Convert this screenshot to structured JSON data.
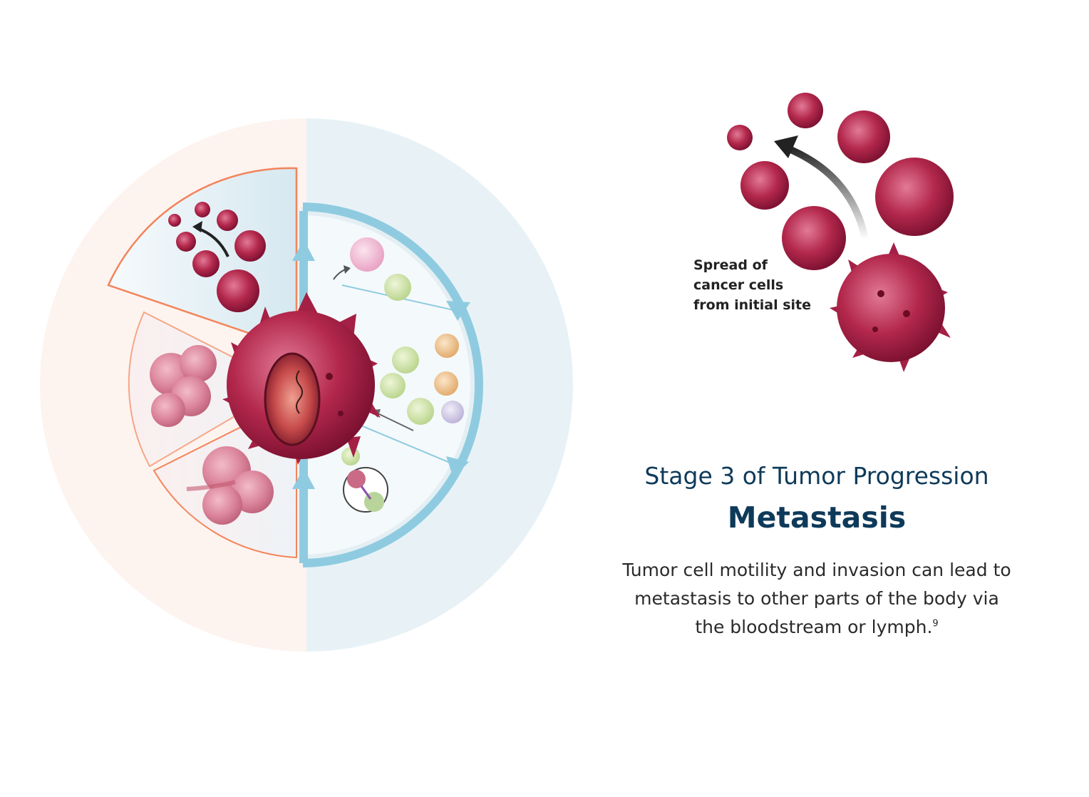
{
  "callout": {
    "line1": "Spread of",
    "line2": "cancer cells",
    "line3": "from initial site"
  },
  "stage": {
    "title": "Stage 3 of Tumor Progression",
    "name": "Metastasis"
  },
  "description": {
    "line1": "Tumor cell motility and invasion can lead to",
    "line2": "metastasis to other parts of the body via",
    "line3": "the bloodstream or lymph.",
    "reference": "9"
  },
  "colors": {
    "left_half": "#fdf3ef",
    "right_half": "#e8f2f6",
    "wedge_outline": "#f2845a",
    "cycle_arrow": "#8fcbe0",
    "cancer_cell": "#b0284a",
    "cancer_cell_light": "#d06080",
    "title_navy": "#0e3a5a"
  }
}
